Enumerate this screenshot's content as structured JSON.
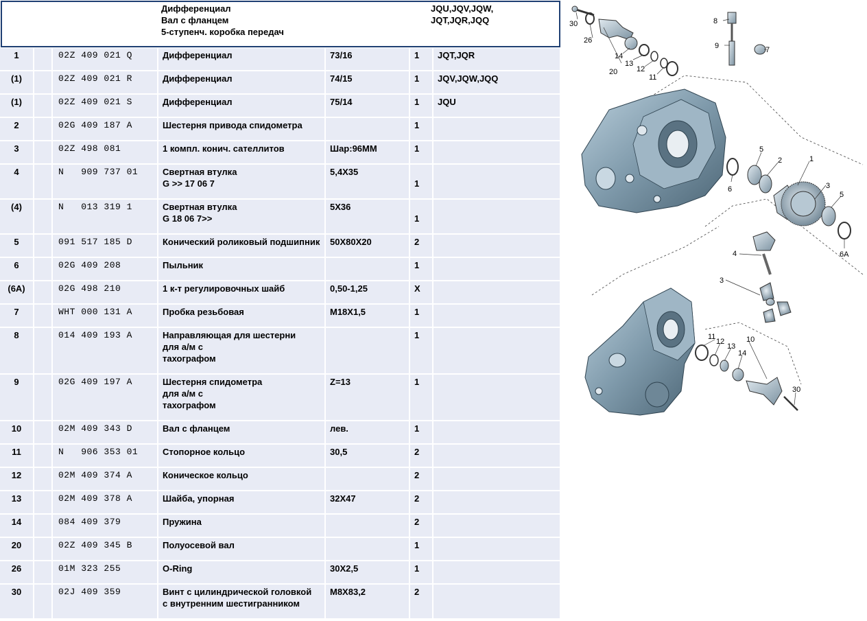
{
  "header": {
    "description_lines": [
      "Дифференциал",
      "Вал с фланцем",
      "5-ступенч. коробка передач"
    ],
    "remark_lines": [
      "JQU,JQV,JQW,",
      "JQT,JQR,JQQ"
    ]
  },
  "rows": [
    {
      "pos": "1",
      "pn": "02Z 409 021 Q",
      "desc": [
        "Дифференциал"
      ],
      "spec": "73/16",
      "qty": "1",
      "qty_line": 0,
      "rem": "JQT,JQR",
      "h": 34
    },
    {
      "pos": "(1)",
      "pn": "02Z 409 021 R",
      "desc": [
        "Дифференциал"
      ],
      "spec": "74/15",
      "qty": "1",
      "qty_line": 0,
      "rem": "JQV,JQW,JQQ",
      "h": 34
    },
    {
      "pos": "(1)",
      "pn": "02Z 409 021 S",
      "desc": [
        "Дифференциал"
      ],
      "spec": "75/14",
      "qty": "1",
      "qty_line": 0,
      "rem": "JQU",
      "h": 34
    },
    {
      "pos": "2",
      "pn": "02G 409 187 A",
      "desc": [
        "Шестерня привода спидометра"
      ],
      "spec": "",
      "qty": "1",
      "qty_line": 0,
      "rem": "",
      "h": 34
    },
    {
      "pos": "3",
      "pn": "02Z 498 081",
      "desc": [
        "1 компл. конич. сателлитов"
      ],
      "spec": "Шар:96ММ",
      "qty": "1",
      "qty_line": 0,
      "rem": "",
      "h": 34
    },
    {
      "pos": "4",
      "pn": "N   909 737 01",
      "desc": [
        "Свертная втулка",
        "G            >>      17 06 7"
      ],
      "spec": "5,4X35",
      "qty": "1",
      "qty_line": 1,
      "rem": "",
      "h": 51
    },
    {
      "pos": "(4)",
      "pn": "N   013 319 1",
      "desc": [
        "Свертная втулка",
        "G      18 06 7>>"
      ],
      "spec": "5X36",
      "qty": "1",
      "qty_line": 1,
      "rem": "",
      "h": 51
    },
    {
      "pos": "5",
      "pn": "091 517 185 D",
      "desc": [
        "Конический роликовый подшипник"
      ],
      "spec": "50X80X20",
      "qty": "2",
      "qty_line": 0,
      "rem": "",
      "h": 34
    },
    {
      "pos": "6",
      "pn": "02G 409 208",
      "desc": [
        "Пыльник"
      ],
      "spec": "",
      "qty": "1",
      "qty_line": 0,
      "rem": "",
      "h": 34
    },
    {
      "pos": "(6A)",
      "pn": "02G 498 210",
      "desc": [
        "1 к-т регулировочных шайб"
      ],
      "spec": "0,50-1,25",
      "qty": "X",
      "qty_line": 0,
      "rem": "",
      "h": 34
    },
    {
      "pos": "7",
      "pn": "WHT 000 131 A",
      "desc": [
        "Пробка резьбовая"
      ],
      "spec": "M18X1,5",
      "qty": "1",
      "qty_line": 0,
      "rem": "",
      "h": 34
    },
    {
      "pos": "8",
      "pn": "014 409 193 A",
      "desc": [
        "Направляющая для шестерни",
        "для а/м с",
        "тахографом"
      ],
      "spec": "",
      "qty": "1",
      "qty_line": 0,
      "rem": "",
      "h": 68
    },
    {
      "pos": "9",
      "pn": "02G 409 197 A",
      "desc": [
        "Шестерня спидометра",
        "для а/м с",
        "тахографом"
      ],
      "spec": "Z=13",
      "qty": "1",
      "qty_line": 0,
      "rem": "",
      "h": 68
    },
    {
      "pos": "10",
      "pn": "02M 409 343 D",
      "desc": [
        "Вал с фланцем"
      ],
      "spec": "лев.",
      "qty": "1",
      "qty_line": 0,
      "rem": "",
      "h": 34
    },
    {
      "pos": "11",
      "pn": "N   906 353 01",
      "desc": [
        "Стопорное кольцо"
      ],
      "spec": "30,5",
      "qty": "2",
      "qty_line": 0,
      "rem": "",
      "h": 34
    },
    {
      "pos": "12",
      "pn": "02M 409 374 A",
      "desc": [
        "Коническое кольцо"
      ],
      "spec": "",
      "qty": "2",
      "qty_line": 0,
      "rem": "",
      "h": 34
    },
    {
      "pos": "13",
      "pn": "02M 409 378 A",
      "desc": [
        "Шайба, упорная"
      ],
      "spec": "32X47",
      "qty": "2",
      "qty_line": 0,
      "rem": "",
      "h": 34
    },
    {
      "pos": "14",
      "pn": "084 409 379",
      "desc": [
        "Пружина"
      ],
      "spec": "",
      "qty": "2",
      "qty_line": 0,
      "rem": "",
      "h": 34
    },
    {
      "pos": "20",
      "pn": "02Z 409 345 B",
      "desc": [
        "Полуосевой вал"
      ],
      "spec": "",
      "qty": "1",
      "qty_line": 0,
      "rem": "",
      "h": 34
    },
    {
      "pos": "26",
      "pn": "01M 323 255",
      "desc": [
        "O-Ring"
      ],
      "spec": "30X2,5",
      "qty": "1",
      "qty_line": 0,
      "rem": "",
      "h": 34
    },
    {
      "pos": "30",
      "pn": "02J 409 359",
      "desc": [
        "Винт с цилиндрической головкой",
        "с внутренним шестигранником"
      ],
      "spec": "M8X83,2",
      "qty": "2",
      "qty_line": 0,
      "rem": "",
      "h": 51
    }
  ],
  "diagram": {
    "callouts": [
      "30",
      "26",
      "20",
      "14",
      "13",
      "12",
      "11",
      "8",
      "9",
      "7",
      "5",
      "2",
      "1",
      "3",
      "5",
      "6",
      "6A",
      "4",
      "3",
      "11",
      "12",
      "13",
      "14",
      "10",
      "30"
    ]
  }
}
